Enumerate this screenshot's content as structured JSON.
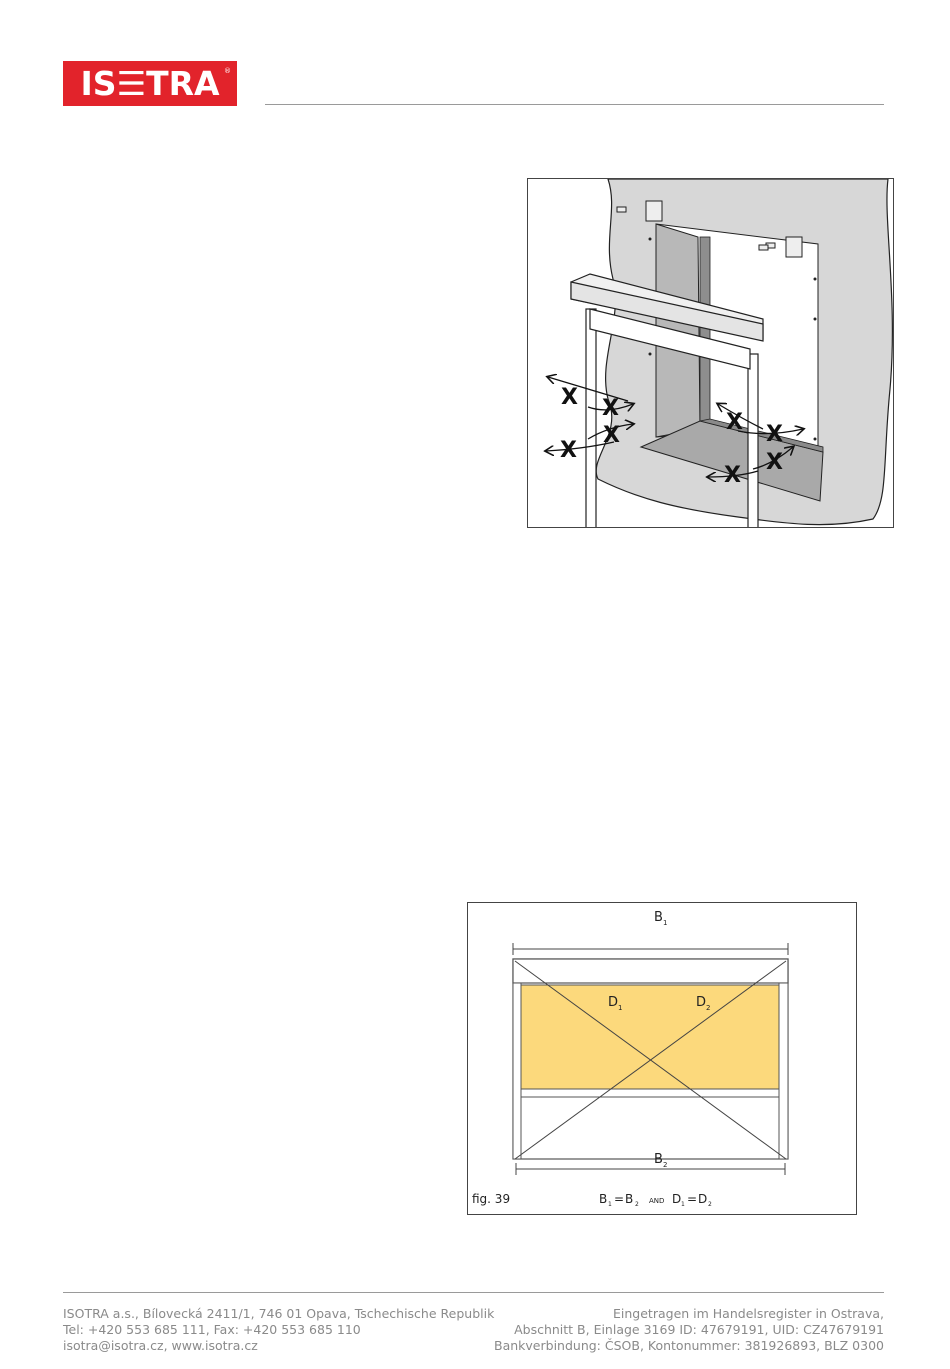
{
  "header": {
    "logo_text": "IS☰TRA",
    "logo_reg": "®",
    "brand_color": "#e2232b"
  },
  "figure_install": {
    "x_marks": [
      "X",
      "X",
      "X",
      "X",
      "X",
      "X",
      "X",
      "X"
    ]
  },
  "figure_39": {
    "label_b1": "B",
    "label_b1_sub": "1",
    "label_b2": "B",
    "label_b2_sub": "2",
    "label_d1": "D",
    "label_d1_sub": "1",
    "label_d2": "D",
    "label_d2_sub": "2",
    "caption": "fig. 39",
    "formula_b1": "B",
    "formula_b1_sub": "1",
    "formula_eq1": "=",
    "formula_b2": "B",
    "formula_b2_sub": "2",
    "formula_and": "AND",
    "formula_d1": "D",
    "formula_d1_sub": "1",
    "formula_eq2": "=",
    "formula_d2": "D",
    "formula_d2_sub": "2",
    "fill_color": "#fcd97c"
  },
  "footer": {
    "left_lines": [
      "ISOTRA a.s., Bílovecká 2411/1, 746 01 Opava, Tschechische Republik",
      "Tel: +420 553 685 111, Fax: +420 553 685 110",
      "isotra@isotra.cz, www.isotra.cz"
    ],
    "right_lines": [
      "Eingetragen im Handelsregister in Ostrava,",
      "Abschnitt B, Einlage 3169 ID: 47679191, UID: CZ47679191",
      "Bankverbindung: ČSOB, Kontonummer: 381926893, BLZ 0300"
    ]
  }
}
